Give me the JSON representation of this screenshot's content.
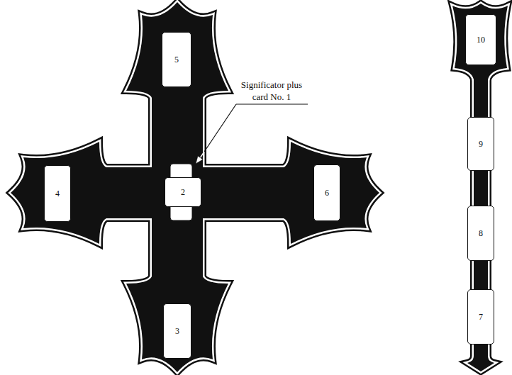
{
  "diagram": {
    "nodes": [
      {
        "text": [
          "5"
        ]
      },
      {
        "text": [
          "4"
        ]
      },
      {
        "text": [
          "2"
        ]
      },
      {
        "text": [
          "6"
        ]
      },
      {
        "text": [
          "3"
        ]
      },
      {
        "text": [
          "10"
        ]
      },
      {
        "text": [
          "9"
        ]
      },
      {
        "text": [
          "8"
        ]
      },
      {
        "text": [
          "7"
        ]
      }
    ],
    "labels": [
      "Significator plus card No. 1"
    ]
  }
}
